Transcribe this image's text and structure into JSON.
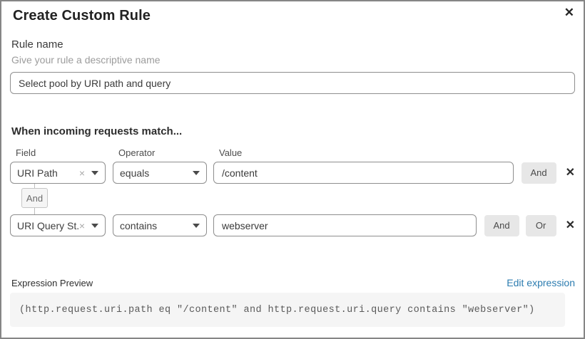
{
  "dialog": {
    "title": "Create Custom Rule",
    "close_icon": "✕"
  },
  "rule_name": {
    "label": "Rule name",
    "helper": "Give your rule a descriptive name",
    "value": "Select pool by URI path and query"
  },
  "match": {
    "heading": "When incoming requests match...",
    "columns": {
      "field": "Field",
      "operator": "Operator",
      "value": "Value"
    },
    "rows": [
      {
        "field": "URI Path",
        "operator": "equals",
        "value": "/content",
        "and": "And"
      },
      {
        "field": "URI Query St...",
        "operator": "contains",
        "value": "webserver",
        "and": "And",
        "or": "Or"
      }
    ],
    "connector_label": "And",
    "clear_icon": "×",
    "remove_icon": "✕"
  },
  "expression": {
    "label": "Expression Preview",
    "edit_link": "Edit expression",
    "code": "(http.request.uri.path eq \"/content\" and http.request.uri.query contains \"webserver\")"
  },
  "colors": {
    "link_blue": "#2c7cb0",
    "input_border": "#8e8e8e",
    "button_gray": "#e7e7e7",
    "code_bg": "#f5f5f5"
  }
}
